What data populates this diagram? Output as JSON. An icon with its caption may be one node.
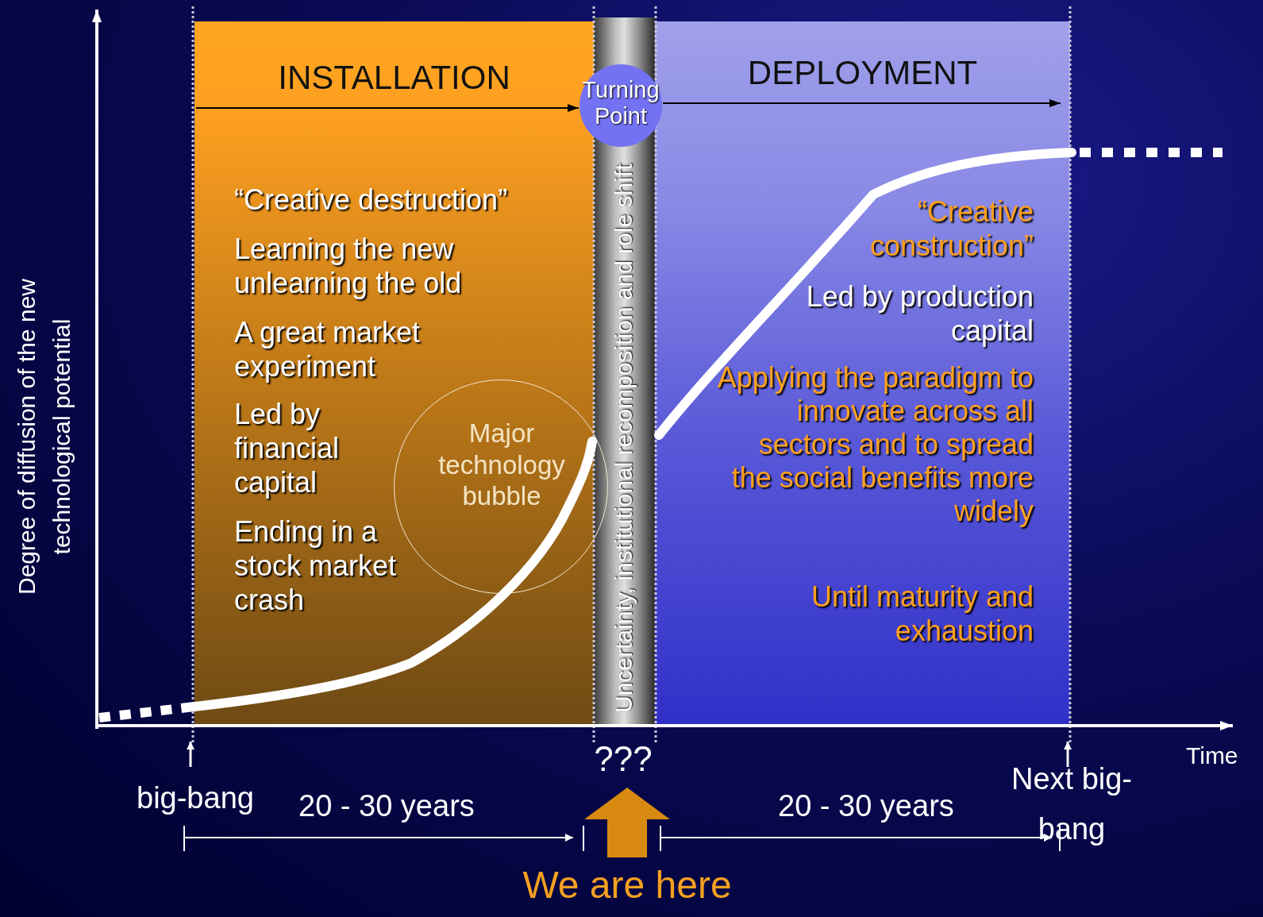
{
  "diagram": {
    "nodes": [
      {
        "text": [
          "INSTALLATION",
          "“Creative destruction”",
          "Learning the new unlearning the old",
          "A great market experiment",
          "Led by financial capital",
          "Ending in a stock market crash"
        ]
      },
      {
        "text": [
          "Turning Point"
        ]
      },
      {
        "text": [
          "Uncertainty, institutional recomposition and role shift"
        ]
      },
      {
        "text": [
          "DEPLOYMENT",
          "“Creative construction”",
          "Led by production capital",
          "Applying the paradigm to innovate across all sectors and to spread the social benefits more widely",
          "Until maturity and exhaustion"
        ]
      },
      {
        "text": [
          "Major technology bubble"
        ]
      },
      {
        "text": [
          "???"
        ]
      },
      {
        "text": [
          "We are here"
        ]
      }
    ],
    "edges": [
      {
        "from": 0,
        "to": 1,
        "arrow": "to"
      },
      {
        "from": 1,
        "to": 3,
        "arrow": "to"
      },
      {
        "from": 6,
        "to": 5,
        "arrow": "to",
        "style": "thick",
        "color": "#d88a10"
      }
    ],
    "labels": [
      "Degree of diffusion of the new technological potential",
      "Time",
      "big-bang",
      "20 - 30 years",
      "20 - 30 years",
      "Next big-bang"
    ]
  }
}
